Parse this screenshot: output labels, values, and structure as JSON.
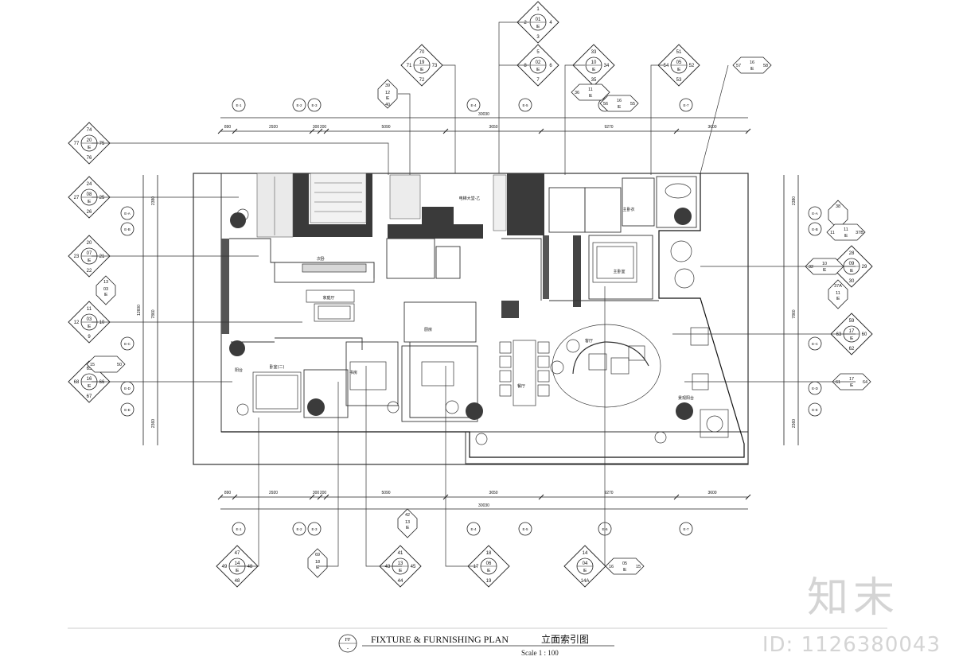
{
  "plan": {
    "title": "FIXTURE & FURNISHING PLAN",
    "title_cn": "立面索引图",
    "scale": "Scale 1 : 100",
    "tag_top": "FF",
    "tag_bottom": "-"
  },
  "dimensions": {
    "top": [
      "890",
      "2920",
      "300",
      "200",
      "5090",
      "3650",
      "9270",
      "3600"
    ],
    "bottom": [
      "890",
      "2920",
      "300",
      "200",
      "5090",
      "3650",
      "9270",
      "3600"
    ],
    "overall": "30030",
    "left": [
      "2380",
      "7860",
      "2360"
    ],
    "left_total": "12600"
  },
  "grid_labels": {
    "top": [
      "E-1",
      "E-2",
      "E-3",
      "E-4",
      "E-5",
      "E-6",
      "E-7"
    ],
    "bottom": [
      "E-1",
      "E-2",
      "E-3",
      "E-4",
      "E-5",
      "E-6",
      "E-7"
    ],
    "left": [
      "E-A",
      "E-B",
      "E-C",
      "E-D",
      "E-E"
    ],
    "right": [
      "E-A",
      "E-B",
      "E-C",
      "E-D",
      "E-E"
    ]
  },
  "elevation_tags": [
    {
      "center": "01",
      "sheet": "IE",
      "n": "1",
      "w": "2",
      "e": "4",
      "s": "3"
    },
    {
      "center": "02",
      "sheet": "IE",
      "n": "5",
      "w": "8",
      "e": "6",
      "s": "7"
    },
    {
      "center": "19",
      "sheet": "IE",
      "n": "70",
      "w": "71",
      "e": "73",
      "s": "72"
    },
    {
      "center": "10",
      "sheet": "IE",
      "n": "33",
      "w": "",
      "e": "34",
      "s": "35"
    },
    {
      "center": "05",
      "sheet": "IE",
      "n": "51",
      "w": "54",
      "e": "52",
      "s": "53"
    },
    {
      "center": "20",
      "sheet": "IE",
      "n": "74",
      "w": "77",
      "e": "75",
      "s": "76"
    },
    {
      "center": "08",
      "sheet": "IE",
      "n": "24",
      "w": "27",
      "e": "25",
      "s": "26"
    },
    {
      "center": "07",
      "sheet": "IE",
      "n": "20",
      "w": "23",
      "e": "21",
      "s": "22"
    },
    {
      "center": "03",
      "sheet": "IE",
      "n": "11",
      "w": "12",
      "e": "10",
      "s": "9"
    },
    {
      "center": "16",
      "sheet": "IE",
      "n": "65",
      "w": "68",
      "e": "66",
      "s": "67"
    },
    {
      "center": "09",
      "sheet": "IE",
      "n": "28",
      "w": "31",
      "e": "29",
      "s": "30"
    },
    {
      "center": "17",
      "sheet": "IE",
      "n": "59",
      "w": "63",
      "e": "60",
      "s": "62"
    },
    {
      "center": "14",
      "sheet": "IE",
      "n": "47",
      "w": "49",
      "e": "48",
      "s": "48"
    },
    {
      "center": "13",
      "sheet": "IE",
      "n": "41",
      "w": "43",
      "e": "45",
      "s": "44"
    },
    {
      "center": "06",
      "sheet": "IE",
      "n": "18",
      "w": "17",
      "e": "",
      "s": "19"
    },
    {
      "center": "04",
      "sheet": "IE",
      "n": "14",
      "w": "",
      "e": "",
      "s": "14A"
    }
  ],
  "small_tags": [
    {
      "top": "39",
      "mid": "12",
      "sheet": "IE",
      "bottom": "40"
    },
    {
      "top": "13",
      "mid": "03",
      "sheet": "IE",
      "bottom": ""
    },
    {
      "top": "38",
      "mid": "",
      "sheet": "",
      "bottom": ""
    },
    {
      "top": "37A",
      "mid": "11",
      "sheet": "IE",
      "bottom": ""
    },
    {
      "top": "42",
      "mid": "13",
      "sheet": "IE",
      "bottom": ""
    },
    {
      "top": "69",
      "mid": "18",
      "sheet": "IE",
      "bottom": ""
    }
  ],
  "side_tags": [
    {
      "left": "57",
      "mid": "16",
      "sheet": "IE",
      "right": "58"
    },
    {
      "left": "56",
      "mid": "16",
      "sheet": "IE",
      "right": "55"
    },
    {
      "left": "36",
      "mid": "11",
      "sheet": "IE",
      "right": ""
    },
    {
      "left": "15",
      "mid": "",
      "sheet": "",
      "right": "50"
    },
    {
      "left": "32",
      "mid": "10",
      "sheet": "IE",
      "right": ""
    },
    {
      "left": "61",
      "mid": "17",
      "sheet": "IE",
      "right": "64"
    },
    {
      "left": "16",
      "mid": "05",
      "sheet": "IE",
      "right": "15"
    },
    {
      "left": "11",
      "mid": "11",
      "sheet": "IE",
      "right": "37B"
    }
  ],
  "rooms": [
    {
      "label": "电梯大堂-乙"
    },
    {
      "label": "主卧室"
    },
    {
      "label": "家庭厅"
    },
    {
      "label": "卧室(二)"
    },
    {
      "label": "客厅"
    },
    {
      "label": "餐厅"
    },
    {
      "label": "厨房"
    },
    {
      "label": "阳台"
    },
    {
      "label": "书房"
    },
    {
      "label": "主卧衣"
    },
    {
      "label": "次卧"
    },
    {
      "label": "景观阳台"
    }
  ],
  "watermark": {
    "logo": "知末",
    "id": "ID: 1126380043"
  }
}
